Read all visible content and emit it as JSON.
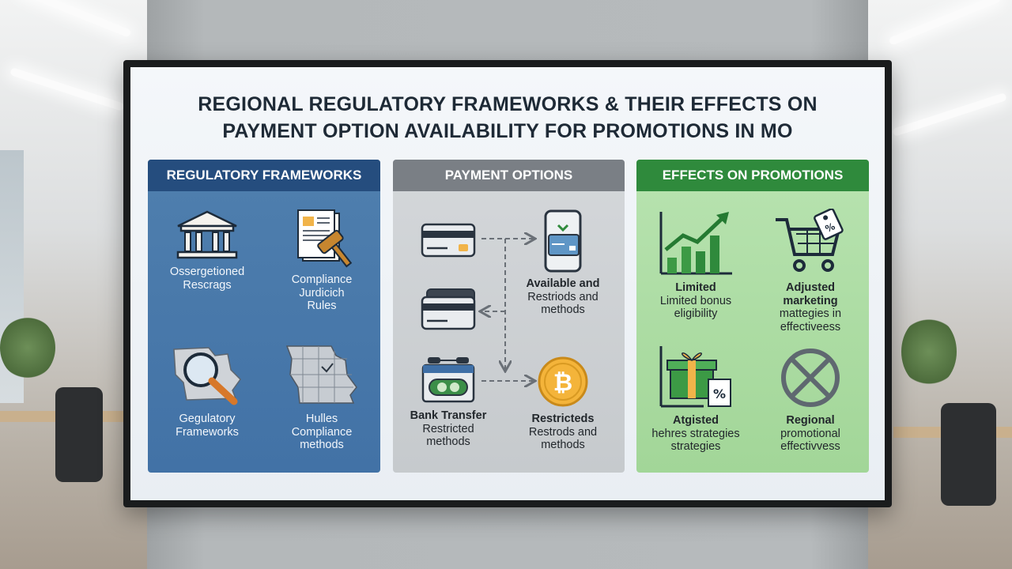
{
  "title_line1": "REGIONAL REGULATORY FRAMEWORKS & THEIR EFFECTS ON",
  "title_line2": "PAYMENT OPTION AVAILABILITY FOR PROMOTIONS IN MO",
  "panels": [
    {
      "heading": "REGULATORY FRAMEWORKS",
      "items": [
        {
          "icon": "government-building-icon",
          "lines": [
            "Ossergetioned",
            "Rescrags",
            ""
          ]
        },
        {
          "icon": "gavel-document-icon",
          "lines": [
            "Compliance",
            "Jurdicich",
            "Rules"
          ]
        },
        {
          "icon": "magnifier-map-icon",
          "lines": [
            "Gegulatory",
            "Frameworks",
            ""
          ]
        },
        {
          "icon": "missouri-map-icon",
          "lines": [
            "Hulles",
            "Compliance",
            "methods"
          ]
        }
      ]
    },
    {
      "heading": "PAYMENT OPTIONS",
      "items": [
        {
          "icon": "credit-card-icon",
          "lines": [
            "",
            "",
            ""
          ]
        },
        {
          "icon": "mobile-payment-icon",
          "lines": [
            "Available and",
            "Restriods and",
            "methods"
          ]
        },
        {
          "icon": "credit-card-icon",
          "lines": [
            "",
            "",
            ""
          ]
        },
        {
          "icon": "bank-transfer-icon",
          "lines": [
            "Bank Transfer",
            "Restricted",
            "methods"
          ]
        },
        {
          "icon": "bitcoin-icon",
          "lines": [
            "Restricteds",
            "Restrods and",
            "methods"
          ]
        }
      ]
    },
    {
      "heading": "EFFECTS ON PROMOTIONS",
      "items": [
        {
          "icon": "growth-chart-icon",
          "lines": [
            "Limited",
            "Limited bonus",
            "eligibility"
          ]
        },
        {
          "icon": "shopping-cart-tag-icon",
          "lines": [
            "Adjusted",
            "marketing",
            "mattegies in",
            "effectiveess"
          ]
        },
        {
          "icon": "gift-discount-icon",
          "lines": [
            "Atgisted",
            "hehres strategies",
            "strategies"
          ]
        },
        {
          "icon": "prohibited-icon",
          "lines": [
            "Regional",
            "promotional",
            "effectivvess"
          ]
        }
      ]
    }
  ],
  "colors": {
    "frameworks_header": "#254d7e",
    "payment_header": "#7a7f85",
    "effects_header": "#2f8a3c"
  }
}
